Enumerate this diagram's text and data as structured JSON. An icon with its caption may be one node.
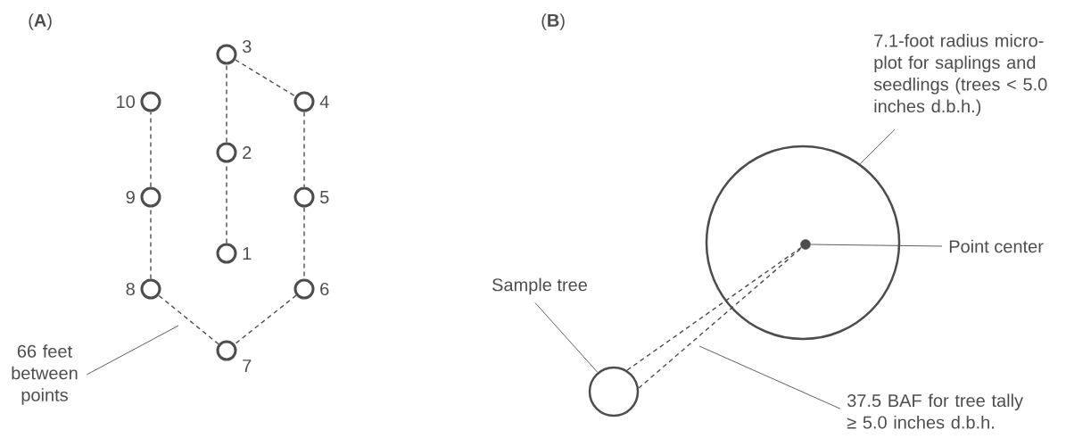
{
  "diagram": {
    "nodes": [
      {
        "text": [],
        "shape": "circle",
        "beside": [
          "1"
        ]
      },
      {
        "text": [],
        "shape": "circle",
        "beside": [
          "2"
        ]
      },
      {
        "text": [],
        "shape": "circle",
        "beside": [
          "3"
        ]
      },
      {
        "text": [],
        "shape": "circle",
        "beside": [
          "4"
        ]
      },
      {
        "text": [],
        "shape": "circle",
        "beside": [
          "5"
        ]
      },
      {
        "text": [],
        "shape": "circle",
        "beside": [
          "6"
        ]
      },
      {
        "text": [],
        "shape": "circle",
        "beside": [
          "7"
        ]
      },
      {
        "text": [],
        "shape": "circle",
        "beside": [
          "8"
        ]
      },
      {
        "text": [],
        "shape": "circle",
        "beside": [
          "9"
        ]
      },
      {
        "text": [],
        "shape": "circle",
        "beside": [
          "10"
        ]
      },
      {
        "text": [
          "66 feet between points"
        ]
      },
      {
        "text": [],
        "shape": "circle"
      },
      {
        "text": [
          "7.1-foot radius micro-plot for saplings and seedlings (trees < 5.0 inches d.b.h.)"
        ]
      },
      {
        "text": [],
        "shape": "circle",
        "in": 11
      },
      {
        "text": [
          "Point center"
        ]
      },
      {
        "text": [
          "Sample tree"
        ]
      },
      {
        "text": [],
        "shape": "circle"
      },
      {
        "text": [
          "37.5 BAF for tree tally ≥ 5.0 inches d.b.h."
        ]
      }
    ],
    "edges": [
      {
        "from": 0,
        "to": 1,
        "arrow": "none",
        "style": "dashed"
      },
      {
        "from": 1,
        "to": 2,
        "arrow": "none",
        "style": "dashed"
      },
      {
        "from": 2,
        "to": 3,
        "arrow": "none",
        "style": "dashed"
      },
      {
        "from": 3,
        "to": 4,
        "arrow": "none",
        "style": "dashed"
      },
      {
        "from": 4,
        "to": 5,
        "arrow": "none",
        "style": "dashed"
      },
      {
        "from": 5,
        "to": 6,
        "arrow": "none",
        "style": "dashed"
      },
      {
        "from": 6,
        "to": 7,
        "arrow": "none",
        "style": "dashed"
      },
      {
        "from": 7,
        "to": 8,
        "arrow": "none",
        "style": "dashed"
      },
      {
        "from": 8,
        "to": 9,
        "arrow": "none",
        "style": "dashed"
      },
      {
        "from": 10,
        "to": null,
        "arrow": "none"
      },
      {
        "from": 12,
        "to": 11,
        "arrow": "none"
      },
      {
        "from": 14,
        "to": 13,
        "arrow": "none"
      },
      {
        "from": 15,
        "to": 16,
        "arrow": "none"
      },
      {
        "from": 16,
        "to": 13,
        "arrow": "none",
        "style": "dashed"
      },
      {
        "from": 16,
        "to": 13,
        "arrow": "none",
        "style": "dashed"
      },
      {
        "from": 17,
        "to": null,
        "arrow": "none"
      }
    ],
    "labels": [
      "(**A**)",
      "(**B**)"
    ]
  }
}
